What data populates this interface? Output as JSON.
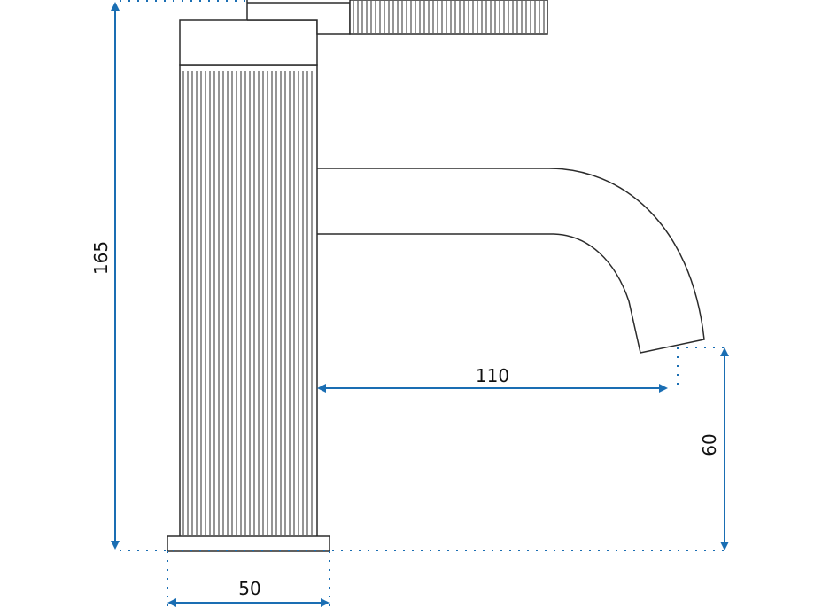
{
  "dimensions": {
    "total_height": "165",
    "spout_reach": "110",
    "spout_height": "60",
    "base_width": "50"
  },
  "colors": {
    "dimension": "#1a6eb3",
    "outline": "#2b2b2b"
  }
}
